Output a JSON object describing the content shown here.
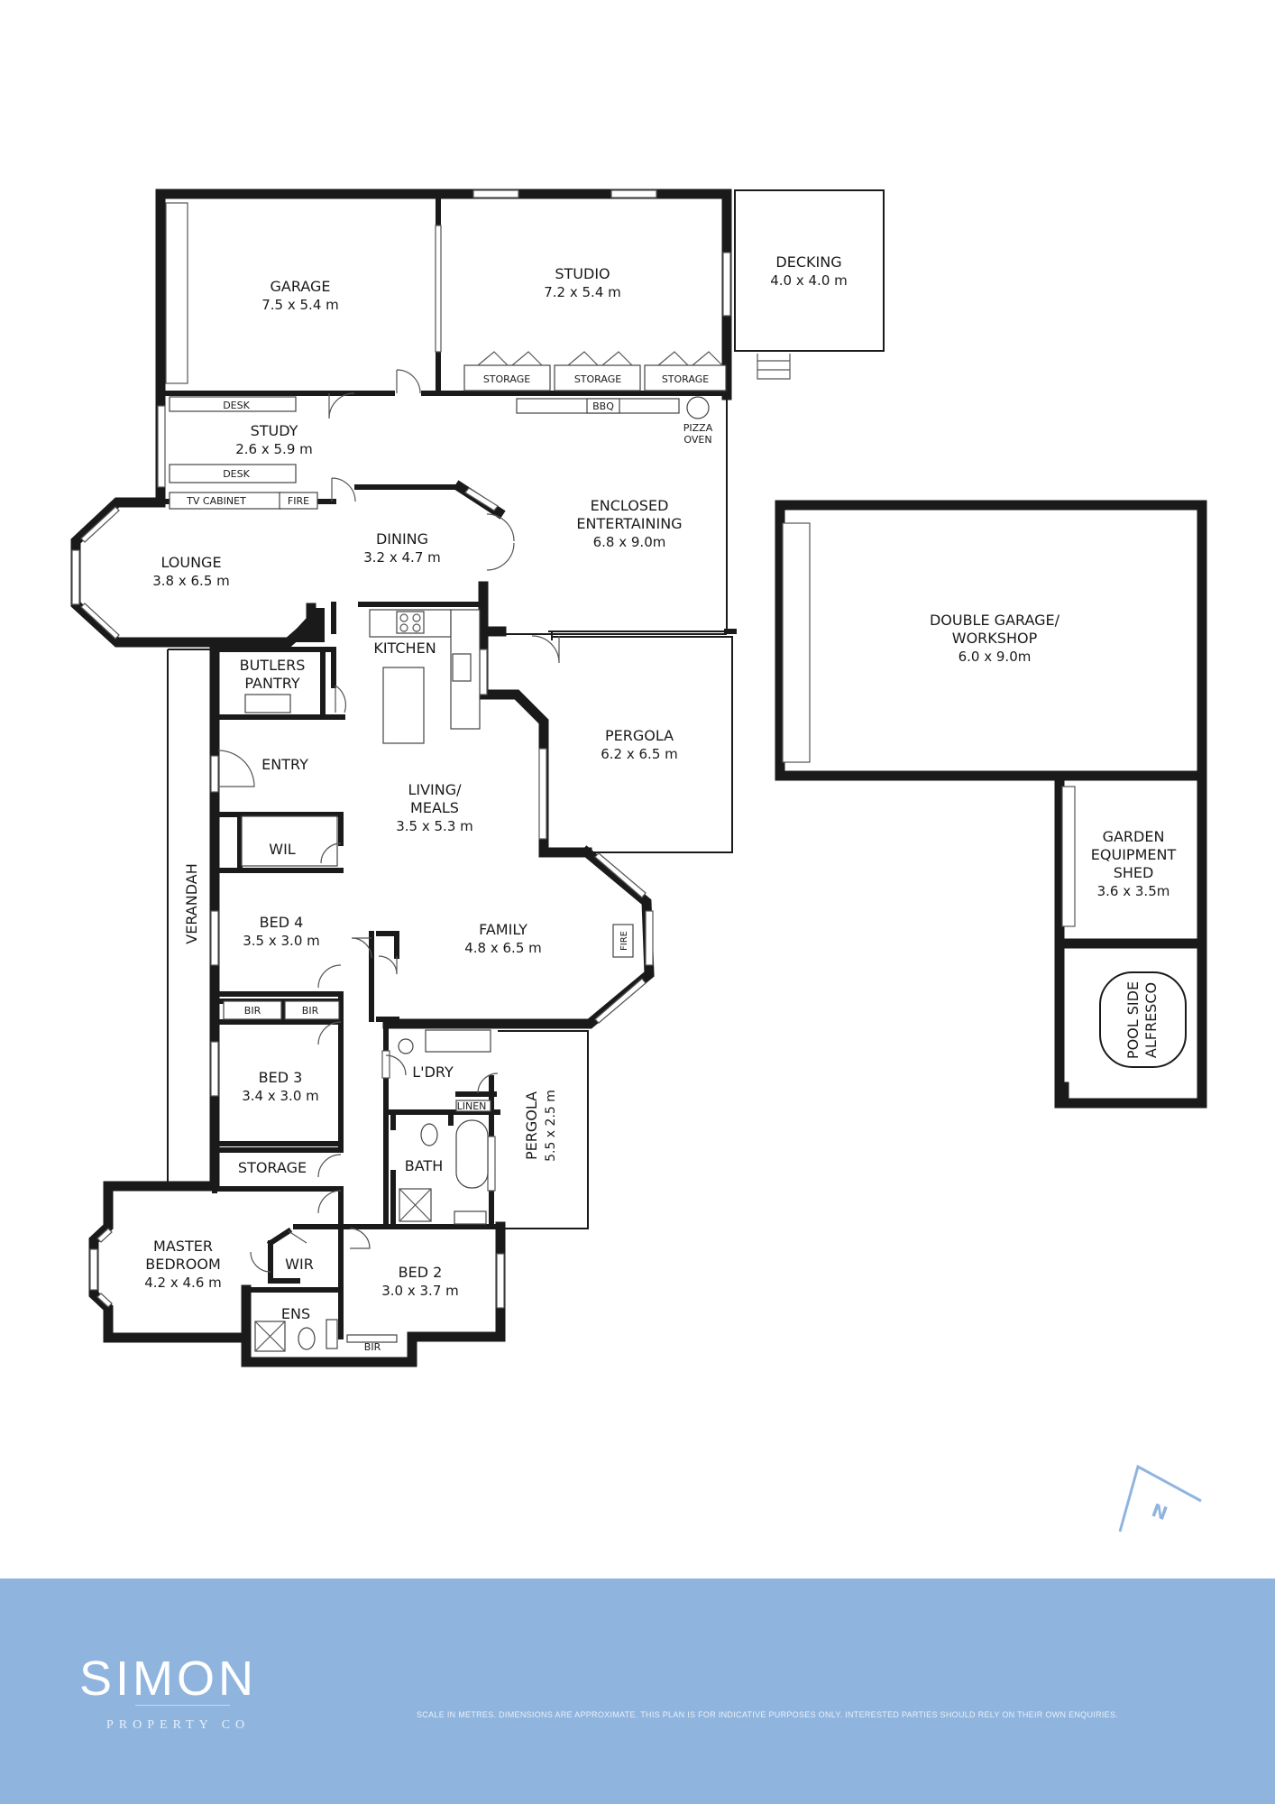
{
  "rooms": {
    "garage": {
      "name": "GARAGE",
      "dims": "7.5 x 5.4 m"
    },
    "studio": {
      "name": "STUDIO",
      "dims": "7.2 x 5.4 m"
    },
    "decking": {
      "name": "DECKING",
      "dims": "4.0 x 4.0 m"
    },
    "study": {
      "name": "STUDY",
      "dims": "2.6 x 5.9 m"
    },
    "enclosed": {
      "name1": "ENCLOSED",
      "name2": "ENTERTAINING",
      "dims": "6.8 x 9.0m"
    },
    "dining": {
      "name": "DINING",
      "dims": "3.2 x 4.7 m"
    },
    "lounge": {
      "name": "LOUNGE",
      "dims": "3.8 x 6.5 m"
    },
    "kitchen": {
      "name": "KITCHEN"
    },
    "butlers": {
      "name1": "BUTLERS",
      "name2": "PANTRY"
    },
    "pergola_main": {
      "name": "PERGOLA",
      "dims": "6.2 x 6.5 m"
    },
    "entry": {
      "name": "ENTRY"
    },
    "living": {
      "name1": "LIVING/",
      "name2": "MEALS",
      "dims": "3.5 x 5.3 m"
    },
    "wil": {
      "name": "WIL"
    },
    "verandah": {
      "name": "VERANDAH"
    },
    "bed4": {
      "name": "BED 4",
      "dims": "3.5 x 3.0 m"
    },
    "family": {
      "name": "FAMILY",
      "dims": "4.8 x 6.5 m"
    },
    "bed3": {
      "name": "BED 3",
      "dims": "3.4 x 3.0 m"
    },
    "laundry": {
      "name": "L'DRY"
    },
    "linen": {
      "name": "LINEN"
    },
    "pergola_small": {
      "name": "PERGOLA",
      "dims": "5.5 x 2.5 m"
    },
    "storage": {
      "name": "STORAGE"
    },
    "bath": {
      "name": "BATH"
    },
    "master": {
      "name1": "MASTER",
      "name2": "BEDROOM",
      "dims": "4.2 x 4.6 m"
    },
    "wir": {
      "name": "WIR"
    },
    "ens": {
      "name": "ENS"
    },
    "bed2": {
      "name": "BED 2",
      "dims": "3.0 x 3.7 m"
    },
    "double_garage": {
      "name1": "DOUBLE GARAGE/",
      "name2": "WORKSHOP",
      "dims": "6.0 x 9.0m"
    },
    "shed": {
      "name1": "GARDEN",
      "name2": "EQUIPMENT",
      "name3": "SHED",
      "dims": "3.6 x 3.5m"
    },
    "alfresco": {
      "name1": "POOL SIDE",
      "name2": "ALFRESCO"
    }
  },
  "fixtures": {
    "storage": "STORAGE",
    "bbq": "BBQ",
    "pizza1": "PIZZA",
    "pizza2": "OVEN",
    "desk": "DESK",
    "tv_cabinet": "TV CABINET",
    "fire": "FIRE",
    "bir": "BIR"
  },
  "compass": {
    "label": "N"
  },
  "footer": {
    "brand": "SIMON",
    "sub": "PROPERTY CO",
    "disclaimer": "SCALE IN METRES. DIMENSIONS ARE APPROXIMATE. THIS PLAN IS FOR INDICATIVE PURPOSES ONLY. INTERESTED PARTIES SHOULD RELY ON THEIR OWN ENQUIRIES."
  },
  "colors": {
    "footer_bg": "#8fb5df",
    "wall": "#1a1a1a",
    "compass": "#8fb5df"
  }
}
